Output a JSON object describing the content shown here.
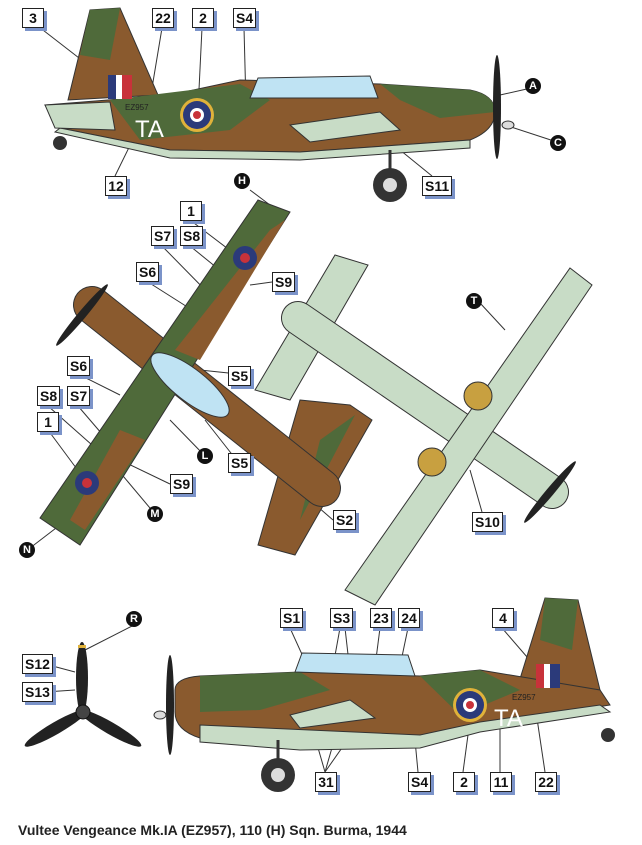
{
  "caption": "Vultee Vengeance Mk.IA (EZ957), 110 (H) Sqn. Burma, 1944",
  "aircraft_markings": {
    "code_left": "TA",
    "code_right": "TA",
    "serial_left": "EZ957",
    "serial_right": "EZ957"
  },
  "labels": [
    "3",
    "22",
    "2",
    "S4",
    "12",
    "S11",
    "1",
    "S7",
    "S8",
    "S6",
    "S9",
    "S6",
    "S5",
    "S8",
    "S7",
    "1",
    "S5",
    "S9",
    "S2",
    "S10",
    "S1",
    "S3",
    "23",
    "24",
    "4",
    "S12",
    "S13",
    "31",
    "S4",
    "2",
    "11",
    "22"
  ],
  "markers": [
    "A",
    "C",
    "H",
    "T",
    "L",
    "M",
    "N",
    "R"
  ],
  "colors": {
    "green": "#4f6a3a",
    "brown": "#8a5a2e",
    "underside": "#c8dcc6",
    "roundel_blue": "#2b3a7a",
    "roundel_red": "#c8323a",
    "yellow": "#e0b23a",
    "label_shadow": "#7b93c9"
  }
}
